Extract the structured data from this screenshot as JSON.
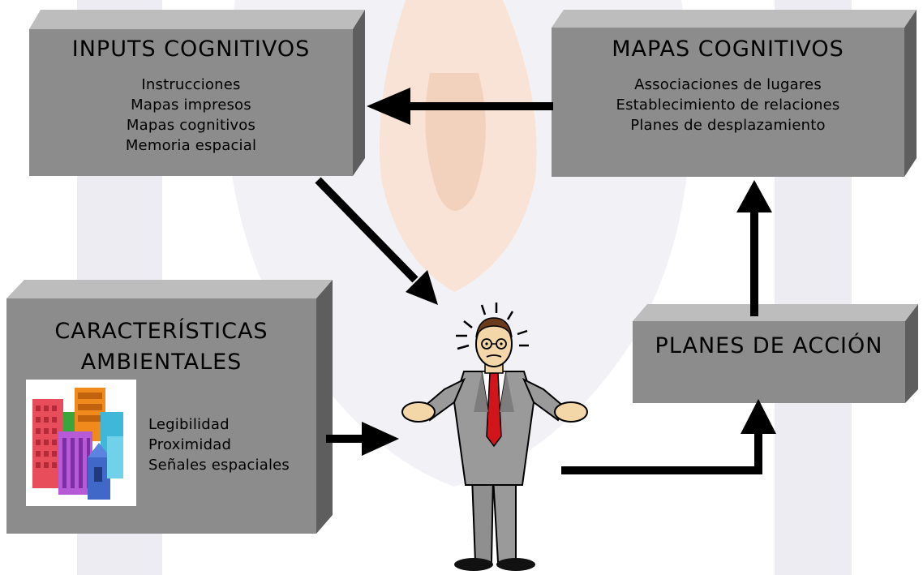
{
  "boxes": {
    "inputs": {
      "title": "INPUTS COGNITIVOS",
      "items": [
        "Instrucciones",
        "Mapas impresos",
        "Mapas cognitivos",
        "Memoria espacial"
      ]
    },
    "mapas": {
      "title": "MAPAS COGNITIVOS",
      "items": [
        "Associaciones de lugares",
        "Establecimiento de relaciones",
        "Planes de desplazamiento"
      ]
    },
    "caracteristicas": {
      "title_line1": "CARACTERÍSTICAS",
      "title_line2": "AMBIENTALES",
      "items": [
        "Legibilidad",
        "Proximidad",
        "Señales espaciales"
      ]
    },
    "planes": {
      "title": "PLANES DE ACCIÓN"
    }
  },
  "colors": {
    "box_front": "#8c8c8c",
    "box_top": "#bdbdbd",
    "box_side": "#5e5e5e",
    "arrow": "#000000",
    "watermark_gray": "#e8e8ef",
    "watermark_orange": "#f6dccd"
  },
  "icons": {
    "buildings": "buildings-clipart-icon",
    "person": "confused-businessman-icon"
  }
}
